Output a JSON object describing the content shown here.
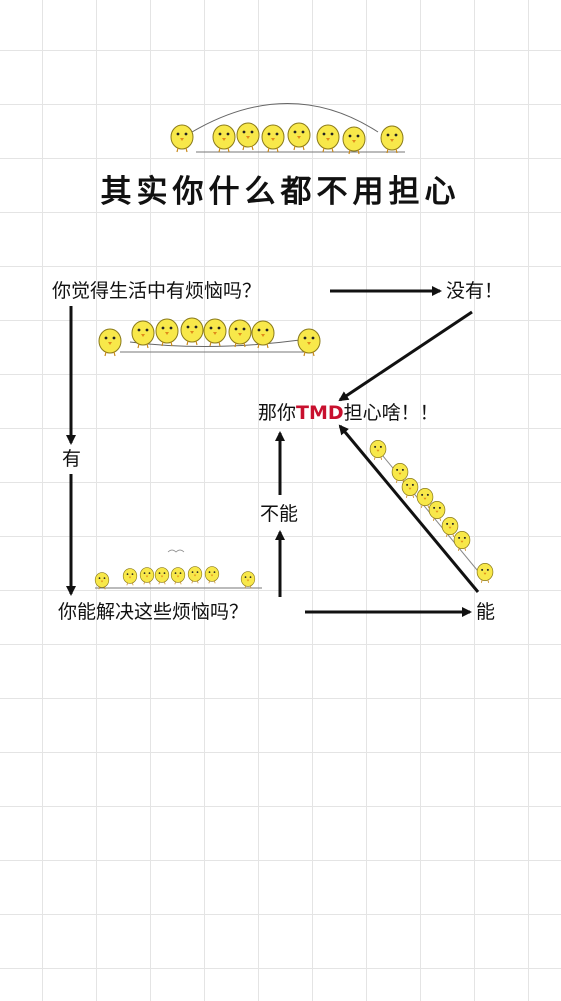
{
  "title": "其实你什么都不用担心",
  "nodes": {
    "q1": "你觉得生活中有烦恼吗？",
    "no": "没有！",
    "conclusion_prefix": "那你",
    "conclusion_highlight": "TMD",
    "conclusion_suffix": "担心啥！！",
    "yes": "有",
    "q2": "你能解决这些烦恼吗？",
    "cannot": "不能",
    "can": "能"
  },
  "colors": {
    "chick_body": "#f8e84a",
    "chick_outline": "#8a7a1a",
    "highlight": "#c8102e",
    "arrow": "#111111"
  },
  "icons": [
    "chick-icon"
  ]
}
